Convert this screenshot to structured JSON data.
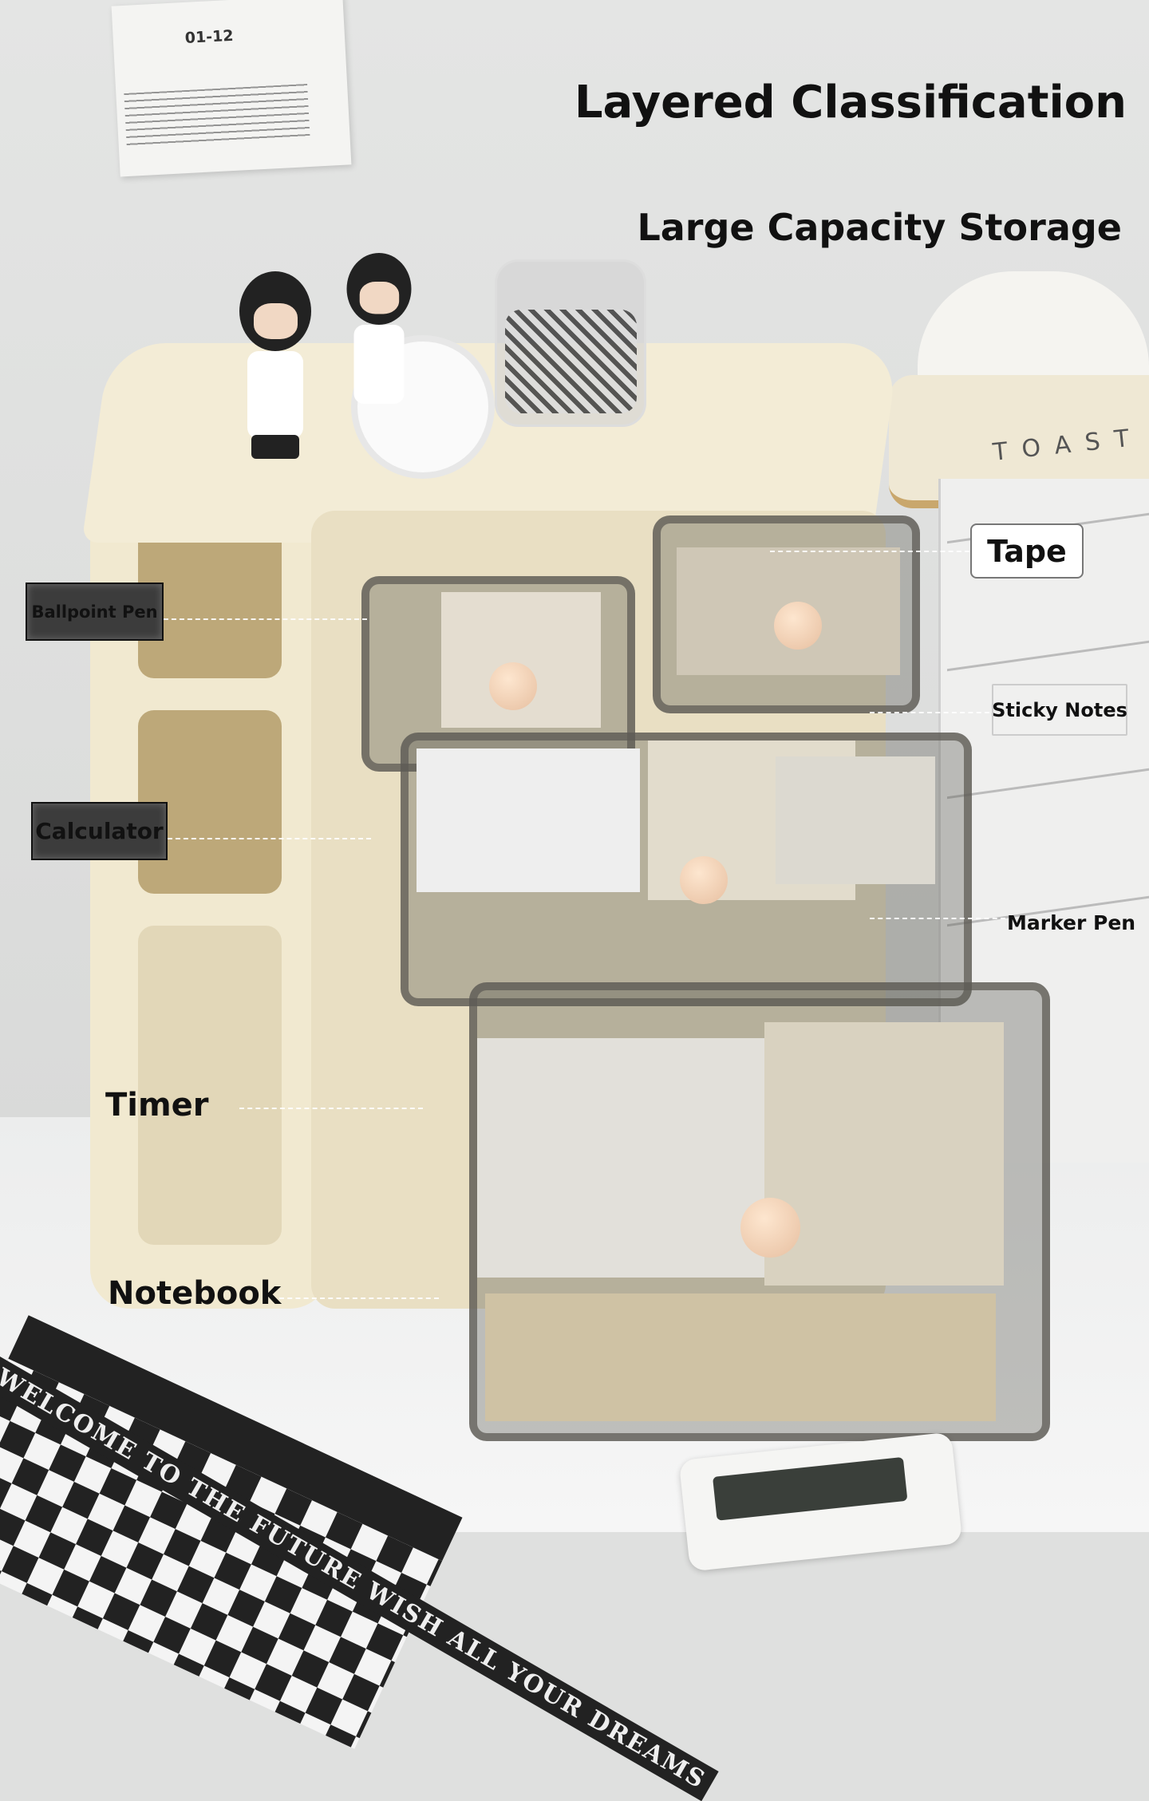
{
  "headline": "Layered Classification",
  "subheadline": "Large Capacity Storage",
  "labels": {
    "ballpoint_pen": "Ballpoint Pen",
    "calculator": "Calculator",
    "timer": "Timer",
    "notebook": "Notebook",
    "tape": "Tape",
    "sticky_notes": "Sticky Notes",
    "marker_pen": "Marker Pen"
  },
  "scene_text": {
    "paper_date": "01-12",
    "toaster": "TOAST",
    "mat": "WELCOME TO THE FUTURE WISH ALL YOUR DREAMS"
  },
  "colors": {
    "frame": "#f1e9d0",
    "knob": "#f3d3b8",
    "drawer_tint": "#5f5c55"
  }
}
